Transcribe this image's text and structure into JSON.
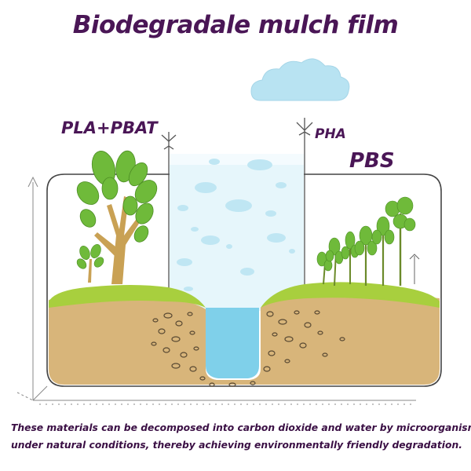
{
  "title": "Biodegradale mulch film",
  "labels": {
    "pla_pbat": "PLA+PBAT",
    "pha": "PHA",
    "pbs": "PBS"
  },
  "caption": {
    "line1": "These materials can be decomposed into carbon dioxide and water by microorganisms",
    "line2": "under natural conditions, thereby achieving environmentally friendly degradation."
  },
  "colors": {
    "title": "#4a1656",
    "soil": "#d8b57a",
    "grass": "#a8cf3e",
    "water": "#7fd0ea",
    "cloud": "#b8e3f2",
    "leaf": "#6fba3a",
    "trunk": "#c9a154"
  },
  "icons": [
    "cloud-icon",
    "tree-icon",
    "sapling-icon",
    "seedling-icon",
    "water-channel-icon",
    "soil-icon"
  ]
}
